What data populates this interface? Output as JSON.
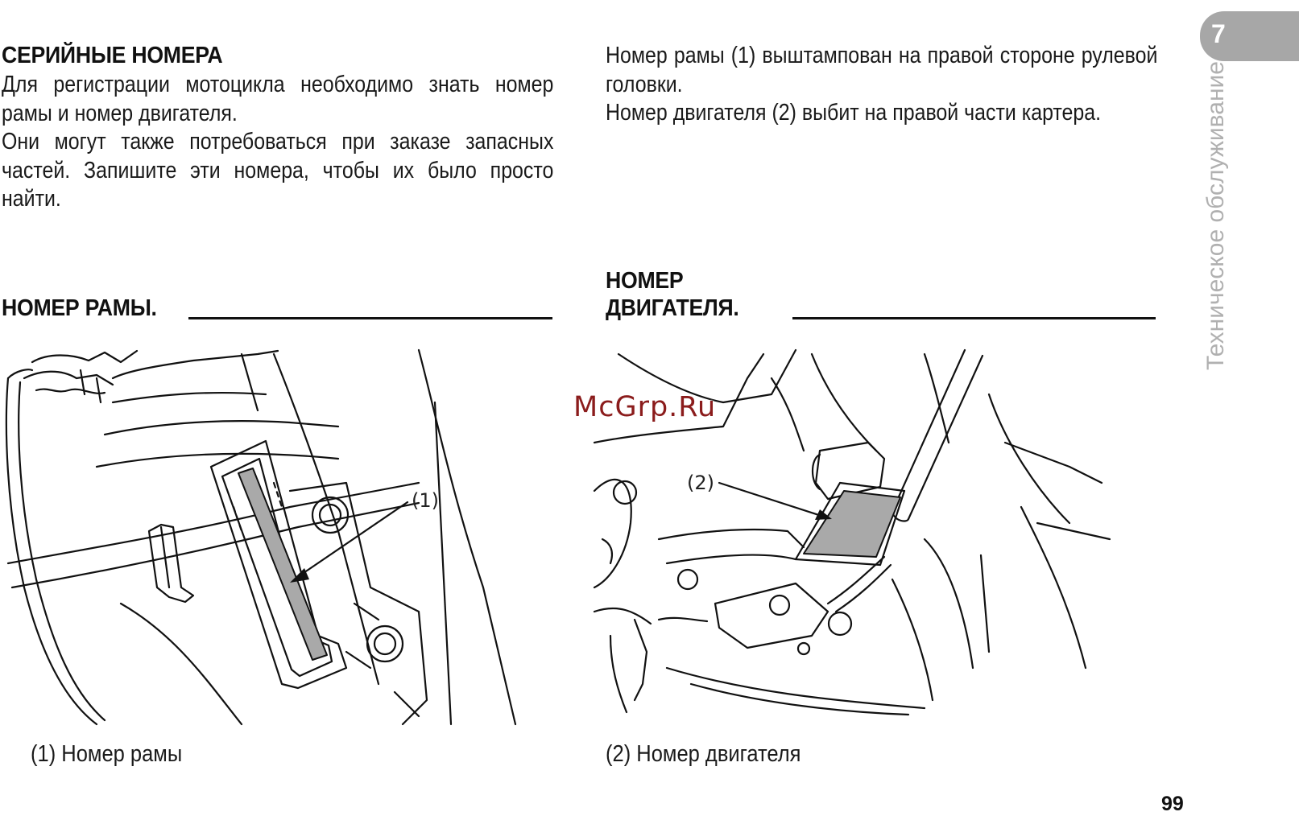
{
  "chapter": {
    "number": "7",
    "title": "Техническое обслуживание"
  },
  "intro": {
    "heading": "СЕРИЙНЫЕ НОМЕРА",
    "paragraphs": [
      "Для регистрации мотоцикла необходимо знать номер рамы и номер двигателя.",
      "Они могут также потребоваться при заказе запасных частей. Запишите эти номера, чтобы их было просто найти."
    ]
  },
  "location": {
    "paragraphs": [
      "Номер рамы (1) выштампован на правой стороне рулевой головки.",
      "Номер двигателя (2) выбит на правой части картера."
    ]
  },
  "frame_section": {
    "heading": "НОМЕР РАМЫ.",
    "callout": "(1)",
    "caption": "(1) Номер рамы"
  },
  "engine_section": {
    "heading_line1": "НОМЕР",
    "heading_line2": "ДВИГАТЕЛЯ.",
    "callout": "(2)",
    "caption": "(2) Номер двигателя"
  },
  "watermark": "McGrp.Ru",
  "page_number": "99",
  "colors": {
    "tab": "#a7a7a7",
    "side_title": "#b0b0b0",
    "watermark": "#8b1c1c",
    "plate_fill": "#a9a9a9"
  }
}
